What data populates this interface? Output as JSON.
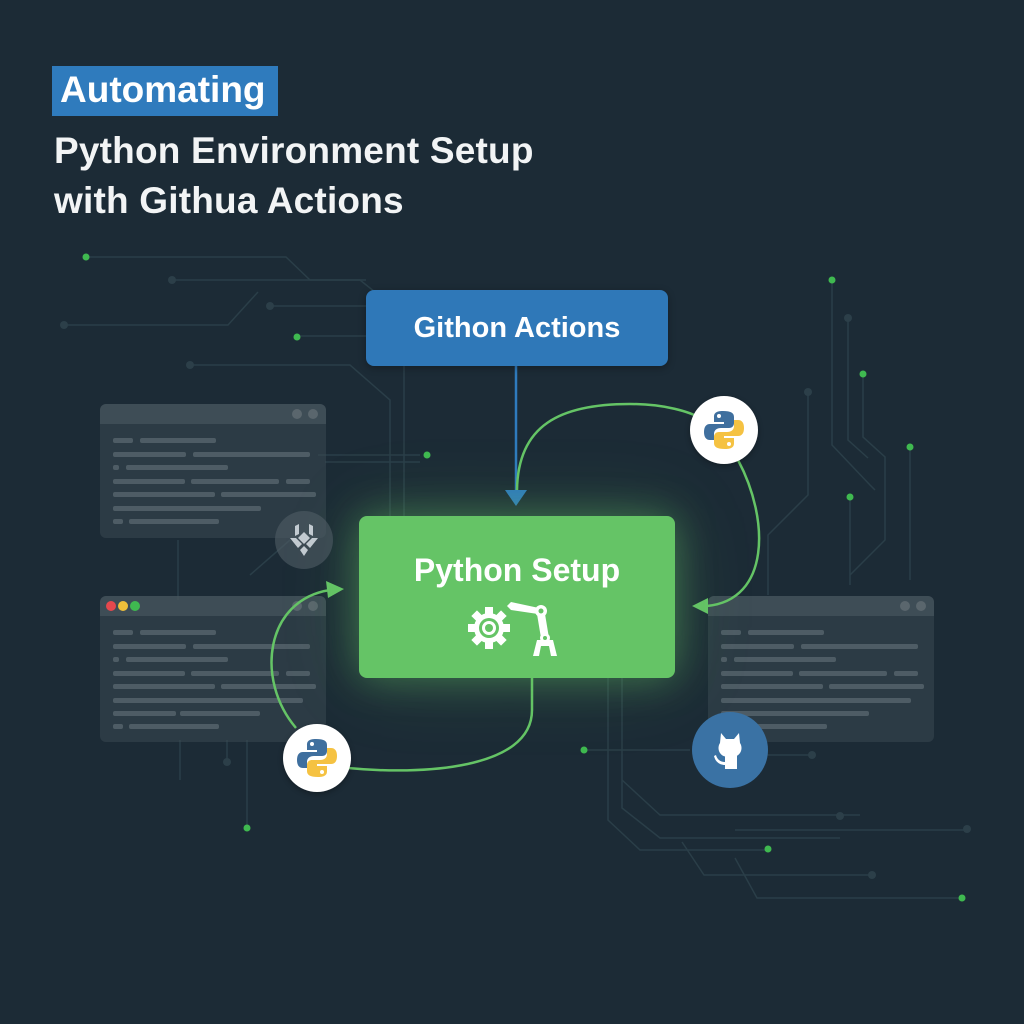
{
  "title": {
    "highlight": "Automating",
    "line1": "Python Environment Setup",
    "line2": "with Githua Actions"
  },
  "nodes": {
    "github_actions": {
      "label": "Githon Actions",
      "color": "#2f78b8"
    },
    "python_setup": {
      "label": "Python Setup",
      "color": "#65c466",
      "icon": "gear-robot-arm-icon"
    }
  },
  "badges": [
    {
      "name": "python-logo",
      "position": "top-right"
    },
    {
      "name": "python-logo",
      "position": "bottom-left"
    },
    {
      "name": "github-octocat",
      "position": "bottom-right"
    },
    {
      "name": "shield-logo",
      "position": "left"
    }
  ],
  "colors": {
    "background": "#1c2b36",
    "accent_blue": "#2f7bbd",
    "accent_green": "#65c466",
    "circuit_line": "#2a3e48",
    "circuit_dot_active": "#3fb950"
  },
  "windows": [
    {
      "name": "code-window-top-left",
      "traffic_lights": false
    },
    {
      "name": "code-window-bottom-left",
      "traffic_lights": true
    },
    {
      "name": "code-window-right",
      "traffic_lights": false
    }
  ]
}
